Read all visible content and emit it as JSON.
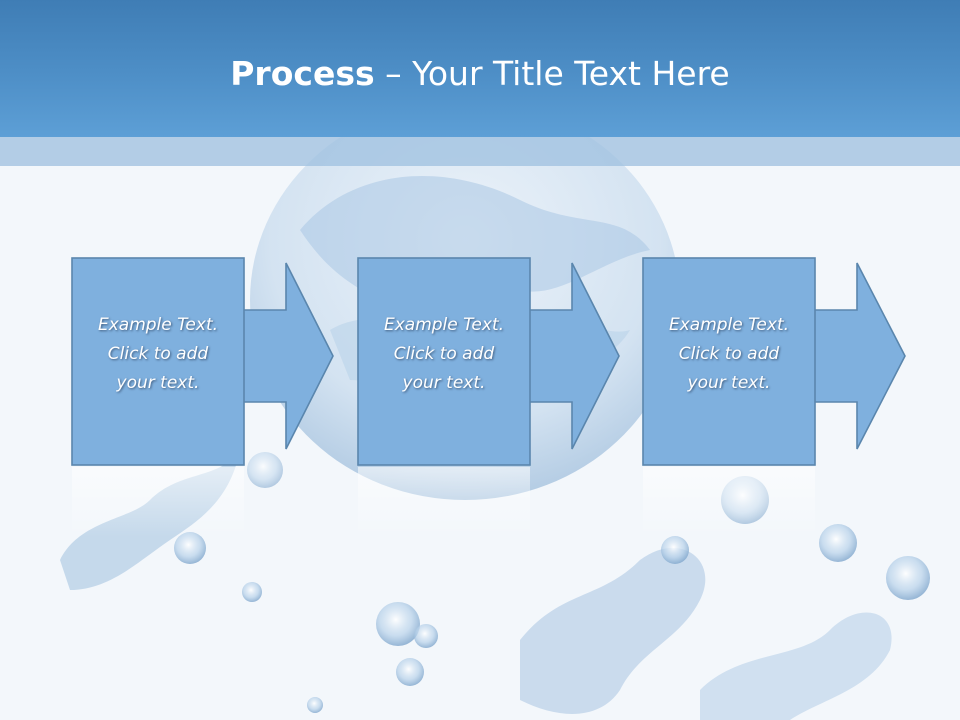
{
  "slide": {
    "title_bold": "Process",
    "title_dash": " – ",
    "title_rest": "Your Title Text Here"
  },
  "process": {
    "steps": [
      {
        "line1": "Example Text.",
        "line2": "Click  to add",
        "line3": "your text."
      },
      {
        "line1": "Example Text.",
        "line2": "Click  to add",
        "line3": "your text."
      },
      {
        "line1": "Example Text.",
        "line2": "Click  to add",
        "line3": "your text."
      }
    ]
  },
  "colors": {
    "header_dark": "#3f7db5",
    "header_light": "#5d9fd6",
    "box_fill": "#7fb0de",
    "box_stroke": "#5a86ad",
    "background": "#f3f7fb"
  }
}
